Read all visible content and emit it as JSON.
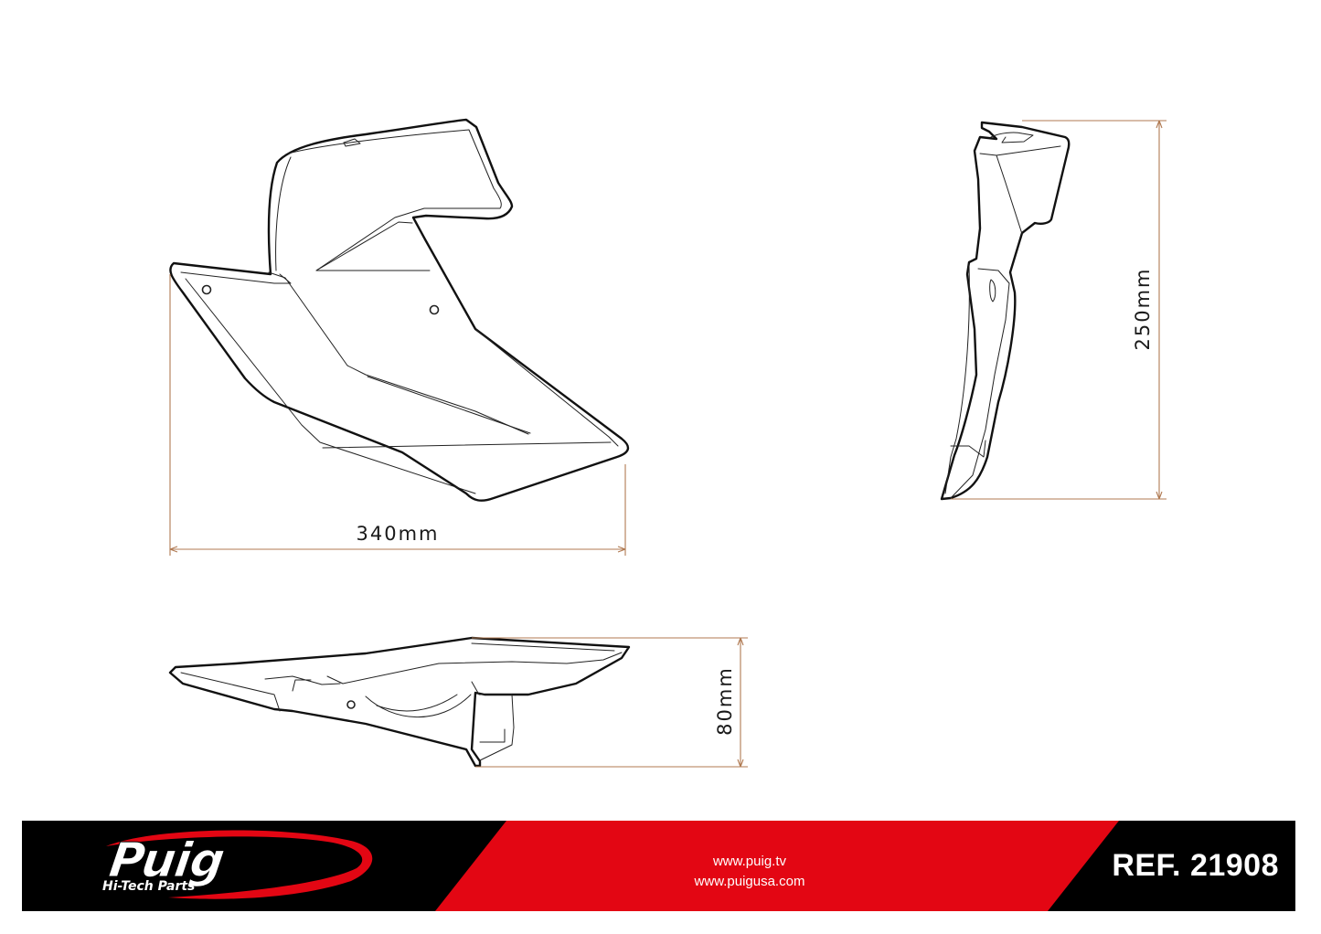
{
  "dimensions": {
    "width_label": "340mm",
    "height_label": "250mm",
    "depth_label": "80mm"
  },
  "footer": {
    "brand_name": "Puig",
    "brand_tagline": "Hi-Tech Parts",
    "website_1": "www.puig.tv",
    "website_2": "www.puigusa.com",
    "reference": "REF. 21908"
  },
  "colors": {
    "footer_black": "#000000",
    "footer_red": "#e30613",
    "dimension_line": "#b07a52"
  },
  "icons": {
    "brand_logo": "puig-logo-swoosh"
  }
}
